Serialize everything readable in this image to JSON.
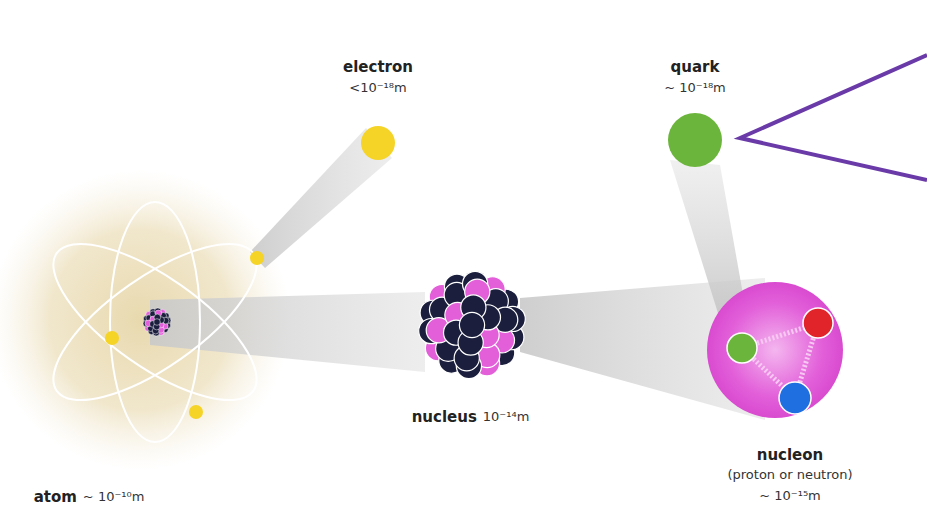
{
  "diagram": {
    "labels": [
      "electron",
      "<10⁻¹⁸m",
      "quark",
      "~ 10⁻¹⁸m",
      "nucleus",
      "10⁻¹⁴m",
      "nucleon",
      "(proton or neutron)",
      "~ 10⁻¹⁵m",
      "atom",
      "~ 10⁻¹⁰m"
    ]
  }
}
